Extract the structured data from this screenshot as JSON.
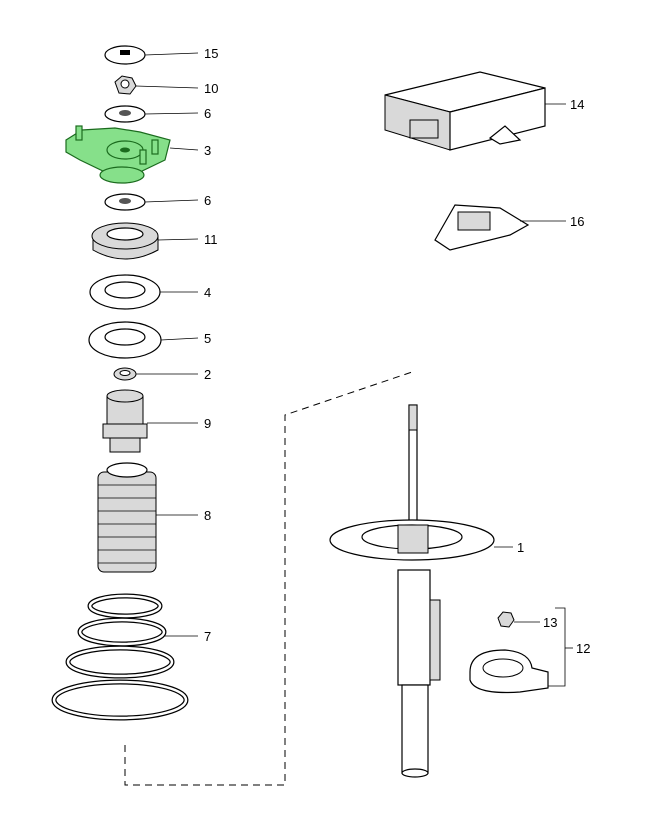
{
  "diagram": {
    "title": "Strut assembly exploded view",
    "highlight_color": "#86e08a",
    "callouts": [
      {
        "id": "15",
        "label": "15"
      },
      {
        "id": "10",
        "label": "10"
      },
      {
        "id": "6a",
        "label": "6"
      },
      {
        "id": "3",
        "label": "3"
      },
      {
        "id": "6b",
        "label": "6"
      },
      {
        "id": "11",
        "label": "11"
      },
      {
        "id": "4",
        "label": "4"
      },
      {
        "id": "5",
        "label": "5"
      },
      {
        "id": "2",
        "label": "2"
      },
      {
        "id": "9",
        "label": "9"
      },
      {
        "id": "8",
        "label": "8"
      },
      {
        "id": "7",
        "label": "7"
      },
      {
        "id": "14",
        "label": "14"
      },
      {
        "id": "16",
        "label": "16"
      },
      {
        "id": "1",
        "label": "1"
      },
      {
        "id": "13",
        "label": "13"
      },
      {
        "id": "12",
        "label": "12"
      }
    ]
  }
}
